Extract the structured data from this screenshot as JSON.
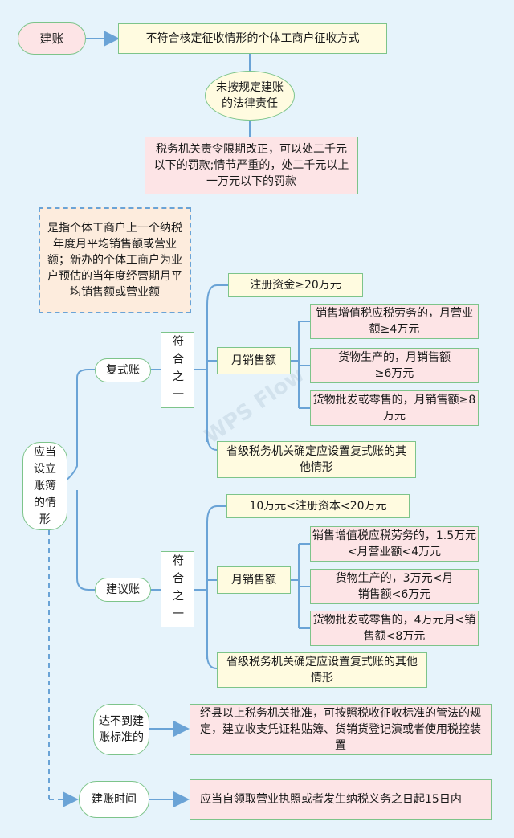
{
  "nodes": {
    "jianzhang": "建账",
    "buhehe": "不符合核定征收情形的个体工商户征收方式",
    "falv": "未按规定建账的法律责任",
    "fakuan": "税务机关责令限期改正，可以处二千元以下的罚款;情节严重的，处二千元以上一万元以下的罚款",
    "note": "是指个体工商户上一个纳税年度月平均销售额或营业额；新办的个体工商户为业户预估的当年度经营期月平均销售额或营业额",
    "yingdang": "应当设立账簿的情形",
    "fushi": "复式账",
    "fuhe1": "符合之一",
    "zhuce1": "注册资金≥20万元",
    "yue1": "月销售额",
    "fushi_a": "销售增值税应税劳务的，月营业额≥4万元",
    "fushi_b": "货物生产的，月销售额≥6万元",
    "fushi_c": "货物批发或零售的，月销售额≥8万元",
    "sheng1": "省级税务机关确定应设置复式账的其他情形",
    "jianyi": "建议账",
    "fuhe2": "符合之一",
    "zhuce2": "10万元<注册资本<20万元",
    "yue2": "月销售额",
    "jianyi_a": "销售增值税应税劳务的，1.5万元<月营业额<4万元",
    "jianyi_b": "货物生产的，3万元<月销售额<6万元",
    "jianyi_c": "货物批发或零售的，4万元月<销售额<8万元",
    "sheng2": "省级税务机关确定应设置复式账的其他情形",
    "dabudao": "达不到建账标准的",
    "dabudao_desc": "经县以上税务机关批准，可按照税收征收标准的管法的规定，建立收支凭证粘贴簿、货销货登记演或者使用税控装置",
    "shijian": "建账时间",
    "shijian_desc": "应当自领取营业执照或者发生纳税义务之日起15日内"
  },
  "watermark": "WPS Flow",
  "colors": {
    "line": "#6aa3d6",
    "border": "#7dc48a",
    "yellow": "#fffbe0",
    "pink": "#fde4e6",
    "bg": "#e6f3fb"
  }
}
